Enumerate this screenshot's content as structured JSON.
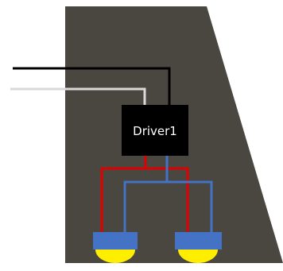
{
  "driver": {
    "label": "Driver1"
  },
  "colors": {
    "background": "#ffffff",
    "panel": "#4a4640",
    "driver_box": "#000000",
    "driver_text": "#ffffff",
    "wire_black": "#000000",
    "wire_light": "#d9d9d9",
    "wire_red": "#e00000",
    "wire_blue": "#4472c4",
    "lamp_base": "#4472c4",
    "lamp_bulb": "#ffee00"
  },
  "components": {
    "wires": [
      "black",
      "light-gray",
      "red",
      "blue"
    ],
    "lamps": [
      "lamp-left",
      "lamp-right"
    ],
    "lamp_icon": "dome-light-icon"
  }
}
